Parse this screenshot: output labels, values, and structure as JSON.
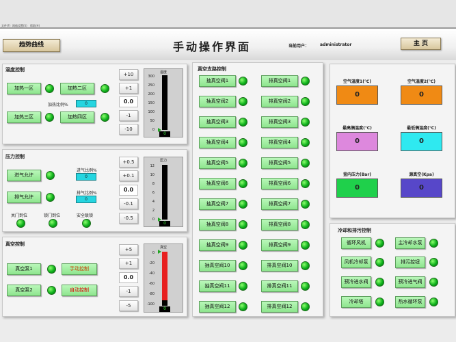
{
  "menubar": {
    "items": [
      "文件(F)",
      "网络设置(S)",
      "帮助(H)"
    ]
  },
  "header": {
    "trend_button": "趋势曲线",
    "title": "手动操作界面",
    "user_label": "当前用户：",
    "user": "administrator",
    "home_button": "主 页"
  },
  "heating": {
    "title": "温度控制",
    "buttons": [
      "加热一区",
      "加热二区",
      "加热三区",
      "加热四区"
    ],
    "ratio_label": "加热比例%",
    "ratio_value": "0",
    "steps": [
      "+10",
      "+1",
      "0.0",
      "-1",
      "-10"
    ],
    "gauge": {
      "title": "温度",
      "ticks": [
        "300",
        "250",
        "200",
        "150",
        "100",
        "50",
        "0"
      ],
      "value": "0",
      "level": 0
    }
  },
  "pressure": {
    "title": "压力控制",
    "buttons": [
      "进气允许",
      "排气允许"
    ],
    "in_label": "进气比例%",
    "in_value": "0",
    "out_label": "排气比例%",
    "out_value": "0",
    "indicators": [
      "关门到位",
      "锁门到位",
      "安全联锁"
    ],
    "steps": [
      "+0.5",
      "+0.1",
      "0.0",
      "-0.1",
      "-0.5"
    ],
    "gauge": {
      "title": "压力",
      "ticks": [
        "12",
        "10",
        "8",
        "6",
        "4",
        "2",
        "0"
      ],
      "value": "0",
      "level": 0
    }
  },
  "vacuum": {
    "title": "真空控制",
    "pumps": [
      "真空泵1",
      "真空泵2"
    ],
    "modes": [
      "手动控制",
      "自动控制"
    ],
    "steps": [
      "+5",
      "+1",
      "0.0",
      "-1",
      "-5"
    ],
    "gauge": {
      "title": "真空",
      "ticks": [
        "0",
        "-20",
        "-40",
        "-60",
        "-80",
        "-100"
      ],
      "value": "0",
      "level": 0.9
    }
  },
  "valves": {
    "title": "真空支路控制",
    "left": [
      "抽真空阀1",
      "抽真空阀2",
      "抽真空阀3",
      "抽真空阀4",
      "抽真空阀5",
      "抽真空阀6",
      "抽真空阀7",
      "抽真空阀8",
      "抽真空阀9",
      "抽真空阀10",
      "抽真空阀11",
      "抽真空阀12"
    ],
    "right": [
      "排真空阀1",
      "排真空阀2",
      "排真空阀3",
      "排真空阀4",
      "排真空阀5",
      "排真空阀6",
      "排真空阀7",
      "排真空阀8",
      "排真空阀9",
      "排真空阀10",
      "排真空阀11",
      "排真空阀12"
    ]
  },
  "sensors": [
    {
      "label": "空气温度1(℃)",
      "value": "0",
      "color": "#f08a14"
    },
    {
      "label": "空气温度2(℃)",
      "value": "0",
      "color": "#f08a14"
    },
    {
      "label": "最高偶温度(℃)",
      "value": "0",
      "color": "#dd88dd"
    },
    {
      "label": "最低偶温度(℃)",
      "value": "0",
      "color": "#2fe9f0"
    },
    {
      "label": "釜内压力(Bar)",
      "value": "0",
      "color": "#1fd04b"
    },
    {
      "label": "源真空(Kpa)",
      "value": "0",
      "color": "#5747c9"
    }
  ],
  "cooling": {
    "title": "冷却和排污控制",
    "buttons": [
      "循环风机",
      "主冷却水泵",
      "风机冷却泵",
      "排污控钮",
      "预冷进水阀",
      "预冷进气阀",
      "冷却塔",
      "热水循环泵"
    ]
  }
}
